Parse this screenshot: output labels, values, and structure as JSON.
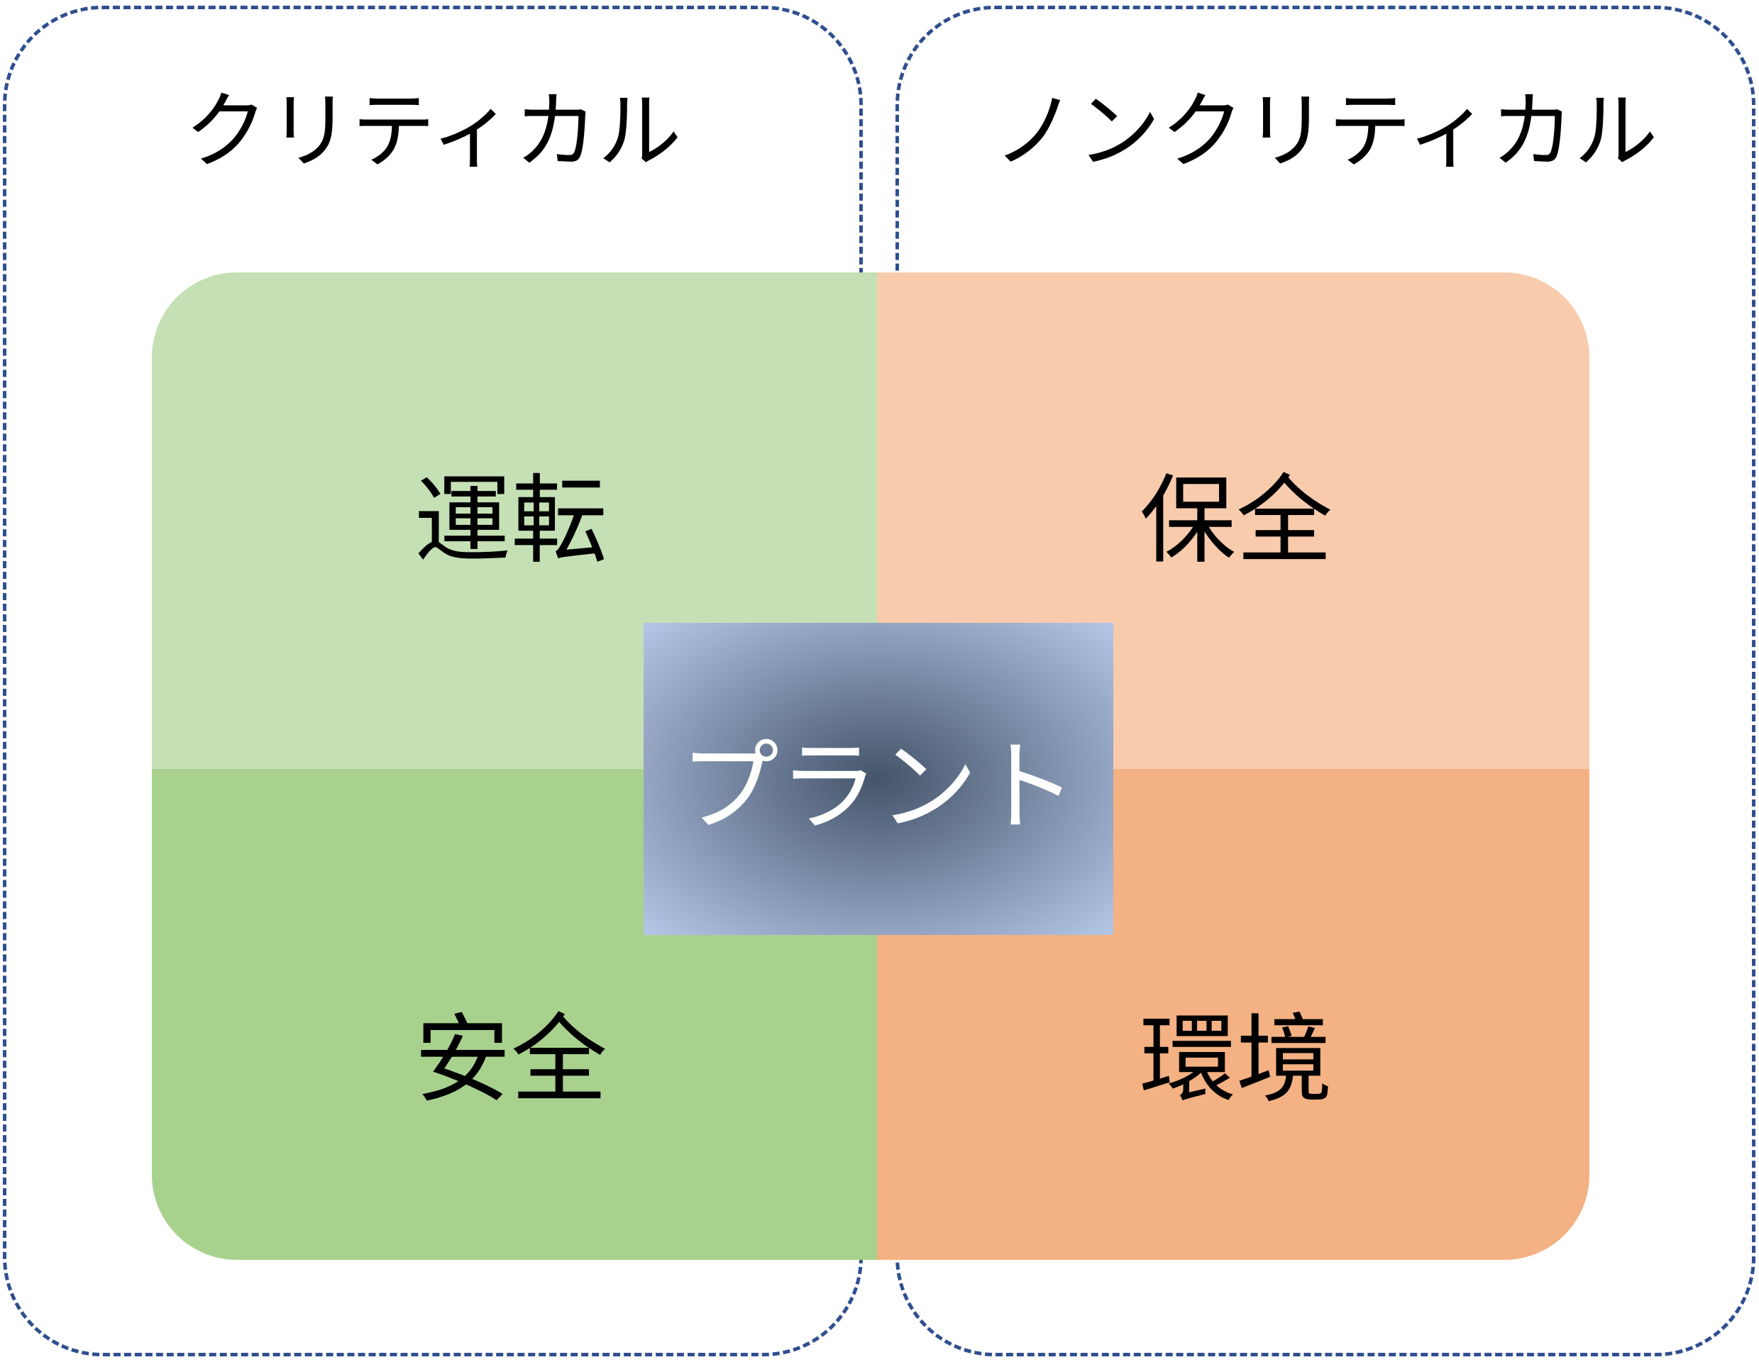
{
  "groups": {
    "critical": {
      "label": "クリティカル"
    },
    "noncritical": {
      "label": "ノンクリティカル"
    }
  },
  "quadrants": {
    "operation": {
      "label": "運転",
      "color": "#c5e0b4"
    },
    "maintenance": {
      "label": "保全",
      "color": "#f8cbad"
    },
    "safety": {
      "label": "安全",
      "color": "#a9d18e"
    },
    "environment": {
      "label": "環境",
      "color": "#f4b183"
    }
  },
  "center": {
    "label": "プラント",
    "color_center": "#44546a",
    "color_edge": "#b4c7e7"
  },
  "colors": {
    "dashed_border": "#2f4f8f"
  }
}
